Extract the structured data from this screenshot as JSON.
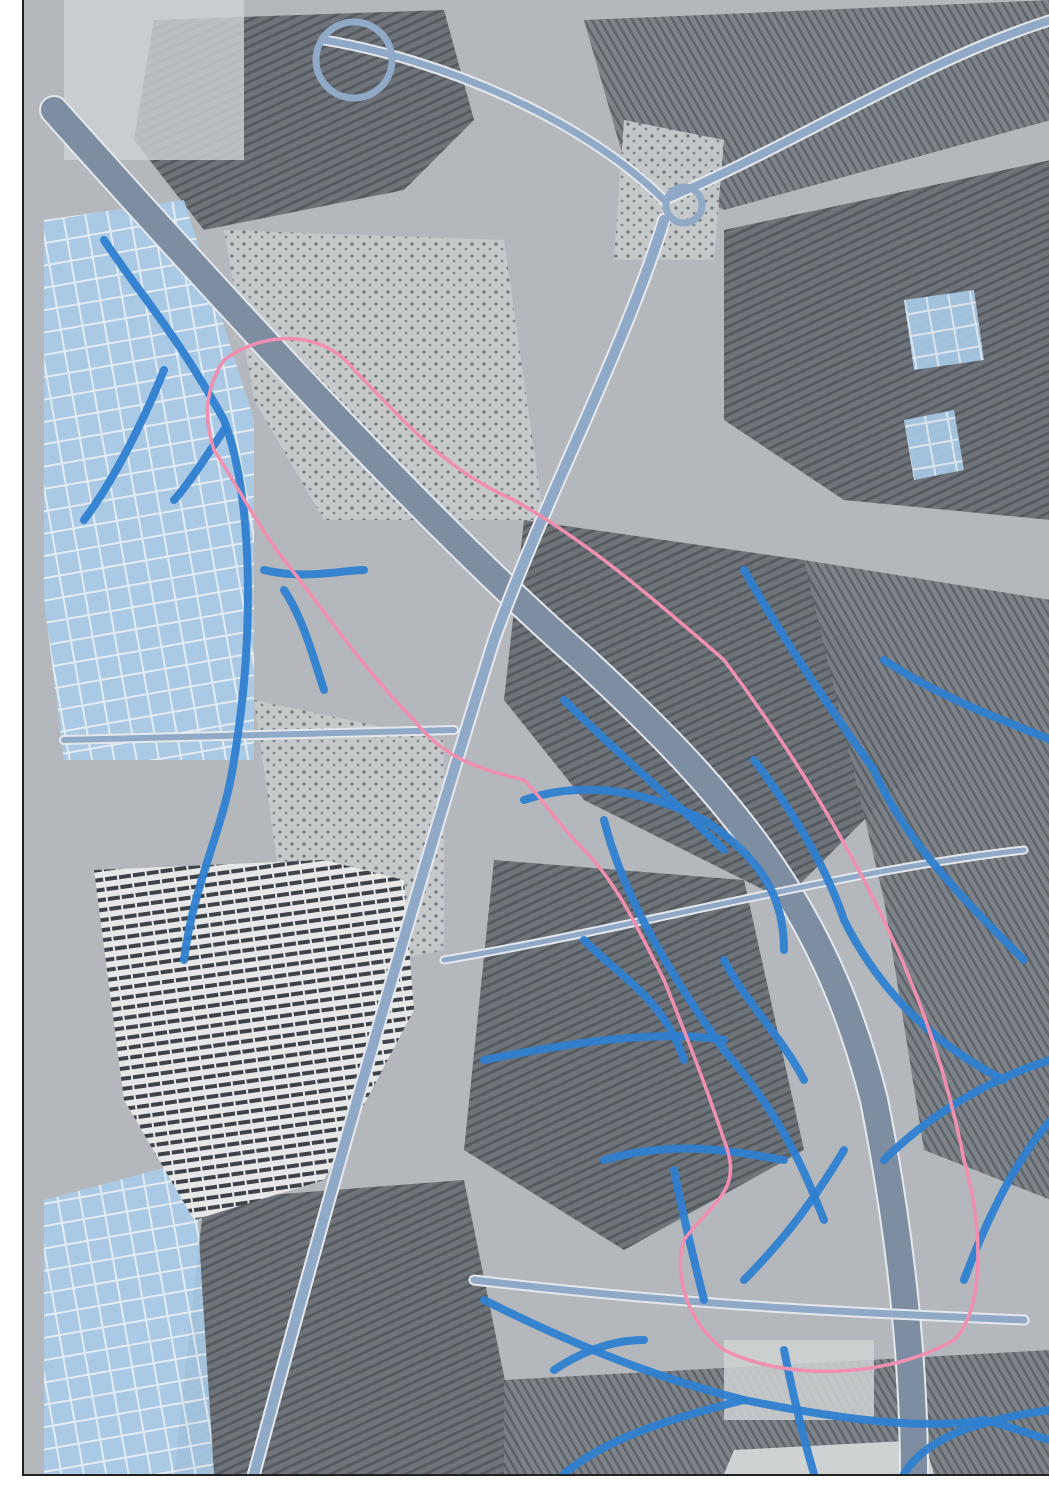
{
  "map": {
    "kind": "aerial-photo",
    "colors": {
      "background": "#b4b8bc",
      "field_dark": "#5e6469",
      "field_mid": "#8a9096",
      "field_light": "#cfd2d3",
      "greenhouse": "#9ec3e4",
      "road": "#8fa9c6",
      "highway": "#7d8ea3",
      "stream": "#2f7fd0",
      "boundary": "#f08fb0"
    },
    "features": [
      "highway",
      "roads",
      "roundabouts",
      "greenhouses",
      "solar-farm",
      "agricultural-fields",
      "streams",
      "study-area-boundary"
    ]
  }
}
